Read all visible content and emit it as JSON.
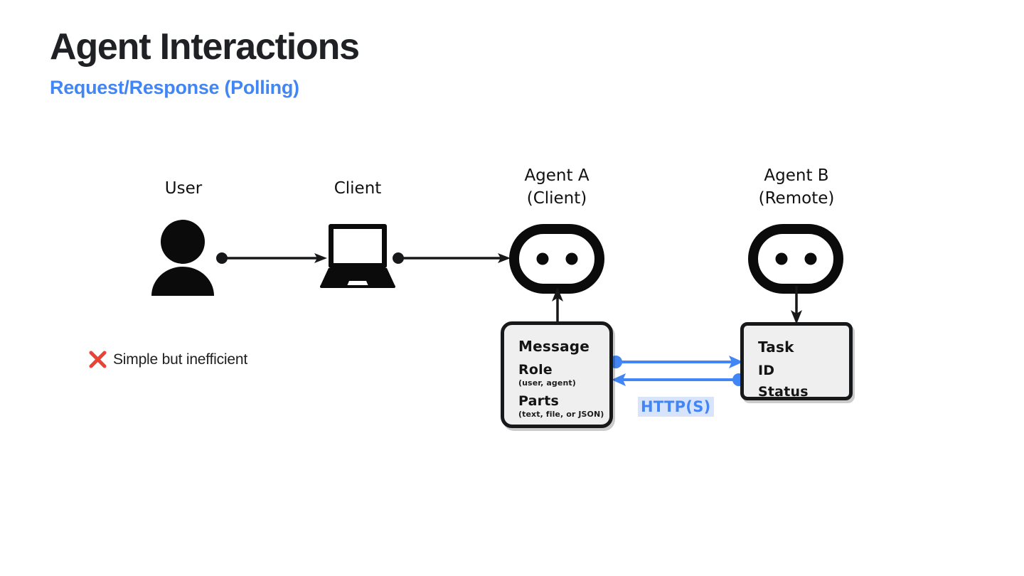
{
  "header": {
    "title": "Agent Interactions",
    "subtitle": "Request/Response (Polling)",
    "title_color": "#202124",
    "subtitle_color": "#4285F4"
  },
  "diagram": {
    "nodes": [
      {
        "id": "user",
        "label": "User",
        "icon": "user-icon"
      },
      {
        "id": "client",
        "label": "Client",
        "icon": "laptop-icon"
      },
      {
        "id": "agent_a",
        "label": "Agent A\n(Client)",
        "icon": "robot-icon"
      },
      {
        "id": "agent_b",
        "label": "Agent B\n(Remote)",
        "icon": "robot-icon"
      }
    ],
    "message_card": {
      "title": "Message",
      "fields": [
        {
          "name": "Role",
          "detail": "(user, agent)"
        },
        {
          "name": "Parts",
          "detail": "(text, file, or JSON)"
        }
      ]
    },
    "task_card": {
      "title": "Task",
      "fields": [
        {
          "name": "ID"
        },
        {
          "name": "Status"
        }
      ]
    },
    "protocol_label": "HTTP(S)",
    "colors": {
      "arrow_dark": "#17181a",
      "arrow_blue": "#4285F4",
      "card_fill": "#efefef",
      "card_border": "#17181a",
      "highlight": "#d7e4fb"
    }
  },
  "footnote": {
    "icon": "x-mark-icon",
    "icon_color": "#EA4335",
    "text": "Simple but inefficient"
  }
}
